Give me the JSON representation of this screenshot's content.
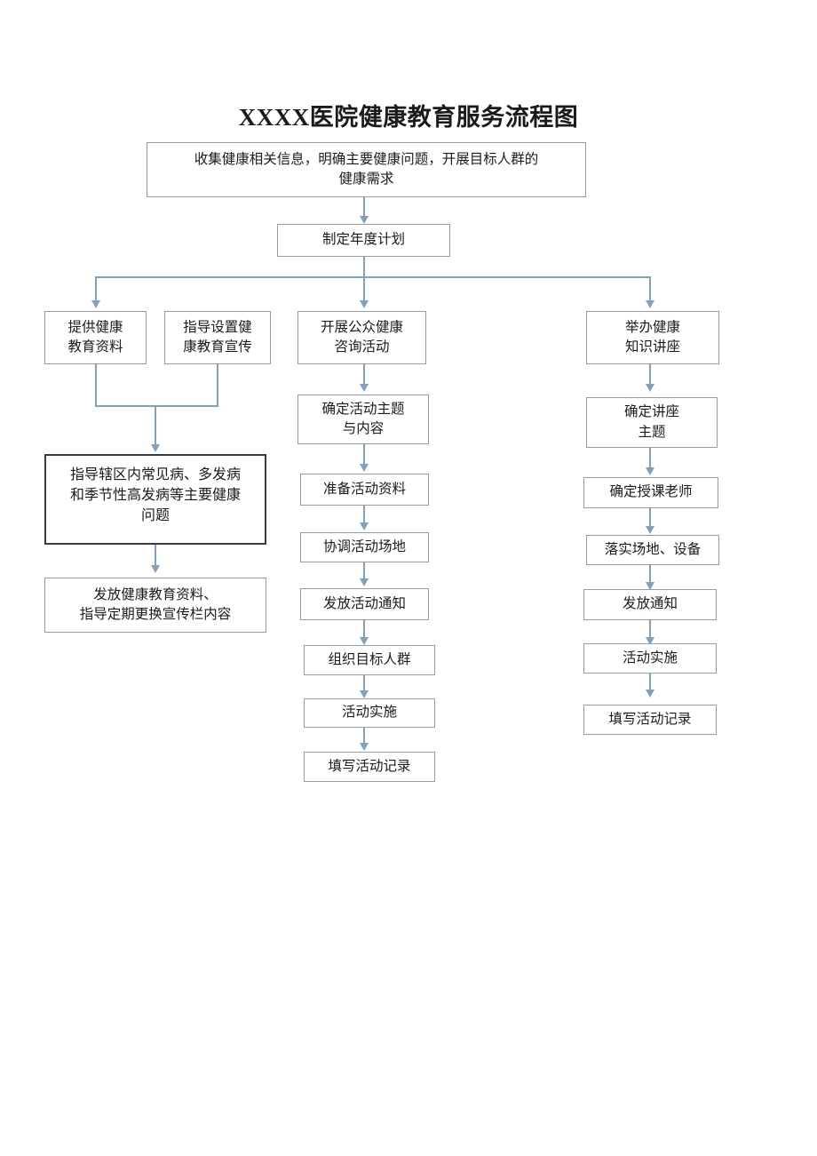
{
  "page": {
    "title_prefix": "XXXX",
    "title_rest": "医院健康教育服务流程图",
    "title_full": "XXXX医院健康教育服务流程图",
    "accent_color": "#7fa0be",
    "box_border_color": "#9a9a9a",
    "emphasis_border_color": "#3a3a3a",
    "background_color": "#ffffff",
    "text_color": "#1b1b1b"
  },
  "flow": {
    "start": {
      "label": "收集健康相关信息，明确主要健康问题，开展目标人群的\n健康需求"
    },
    "plan": {
      "label": "制定年度计划"
    },
    "branches": [
      {
        "id": "materials",
        "head": {
          "label": "提供健康\n教育资料"
        },
        "steps": []
      },
      {
        "id": "publicity",
        "head": {
          "label": "指导设置健\n康教育宣传"
        },
        "steps": []
      },
      {
        "id": "consultation",
        "head": {
          "label": "开展公众健康\n咨询活动"
        },
        "steps": [
          {
            "label": "确定活动主题\n与内容"
          },
          {
            "label": "准备活动资料"
          },
          {
            "label": "协调活动场地"
          },
          {
            "label": "发放活动通知"
          },
          {
            "label": "组织目标人群"
          },
          {
            "label": "活动实施"
          },
          {
            "label": "填写活动记录"
          }
        ]
      },
      {
        "id": "lecture",
        "head": {
          "label": "举办健康\n知识讲座"
        },
        "steps": [
          {
            "label": "确定讲座\n主题"
          },
          {
            "label": "确定授课老师"
          },
          {
            "label": "落实场地、设备"
          },
          {
            "label": "发放通知"
          },
          {
            "label": "活动实施"
          },
          {
            "label": "填写活动记录"
          }
        ]
      }
    ],
    "merged_left": [
      {
        "label": "指导辖区内常见病、多发病\n和季节性高发病等主要健康\n问题",
        "emphasis": true
      },
      {
        "label": "发放健康教育资料、\n指导定期更换宣传栏内容",
        "emphasis": false
      }
    ]
  }
}
